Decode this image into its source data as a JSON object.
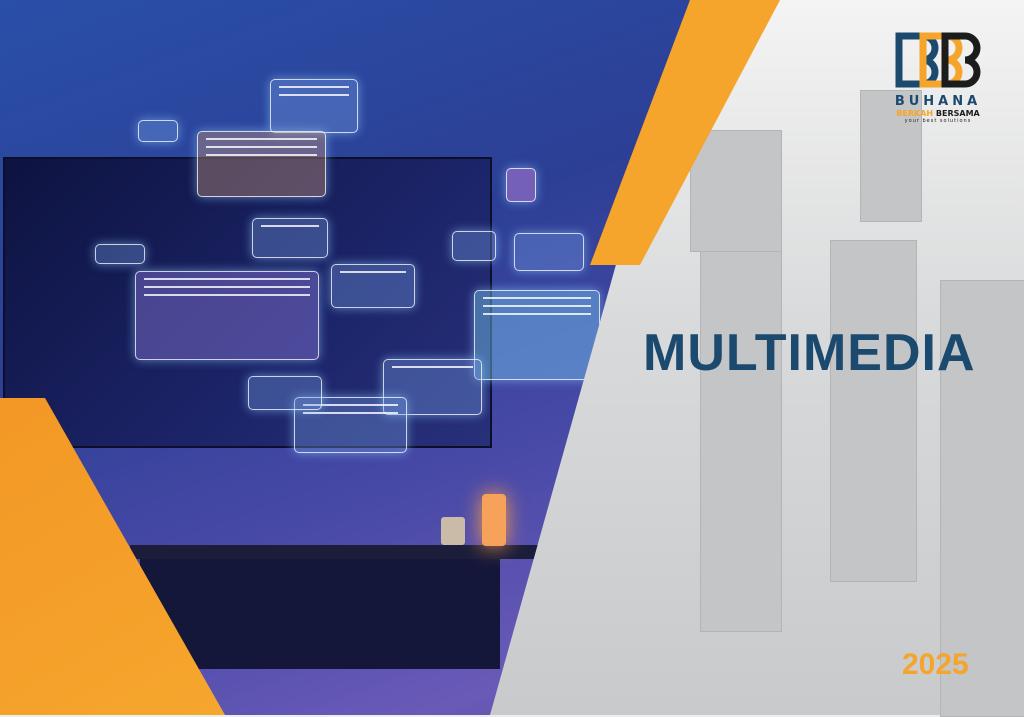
{
  "cover": {
    "title": "MULTIMEDIA",
    "year": "2025"
  },
  "logo": {
    "name": "BUHANA",
    "sub_a": "BERKAH",
    "sub_b": "BERSAMA",
    "tagline": "your best solutions"
  },
  "colors": {
    "accent": "#f5a42c",
    "brand": "#1c4a6e"
  }
}
